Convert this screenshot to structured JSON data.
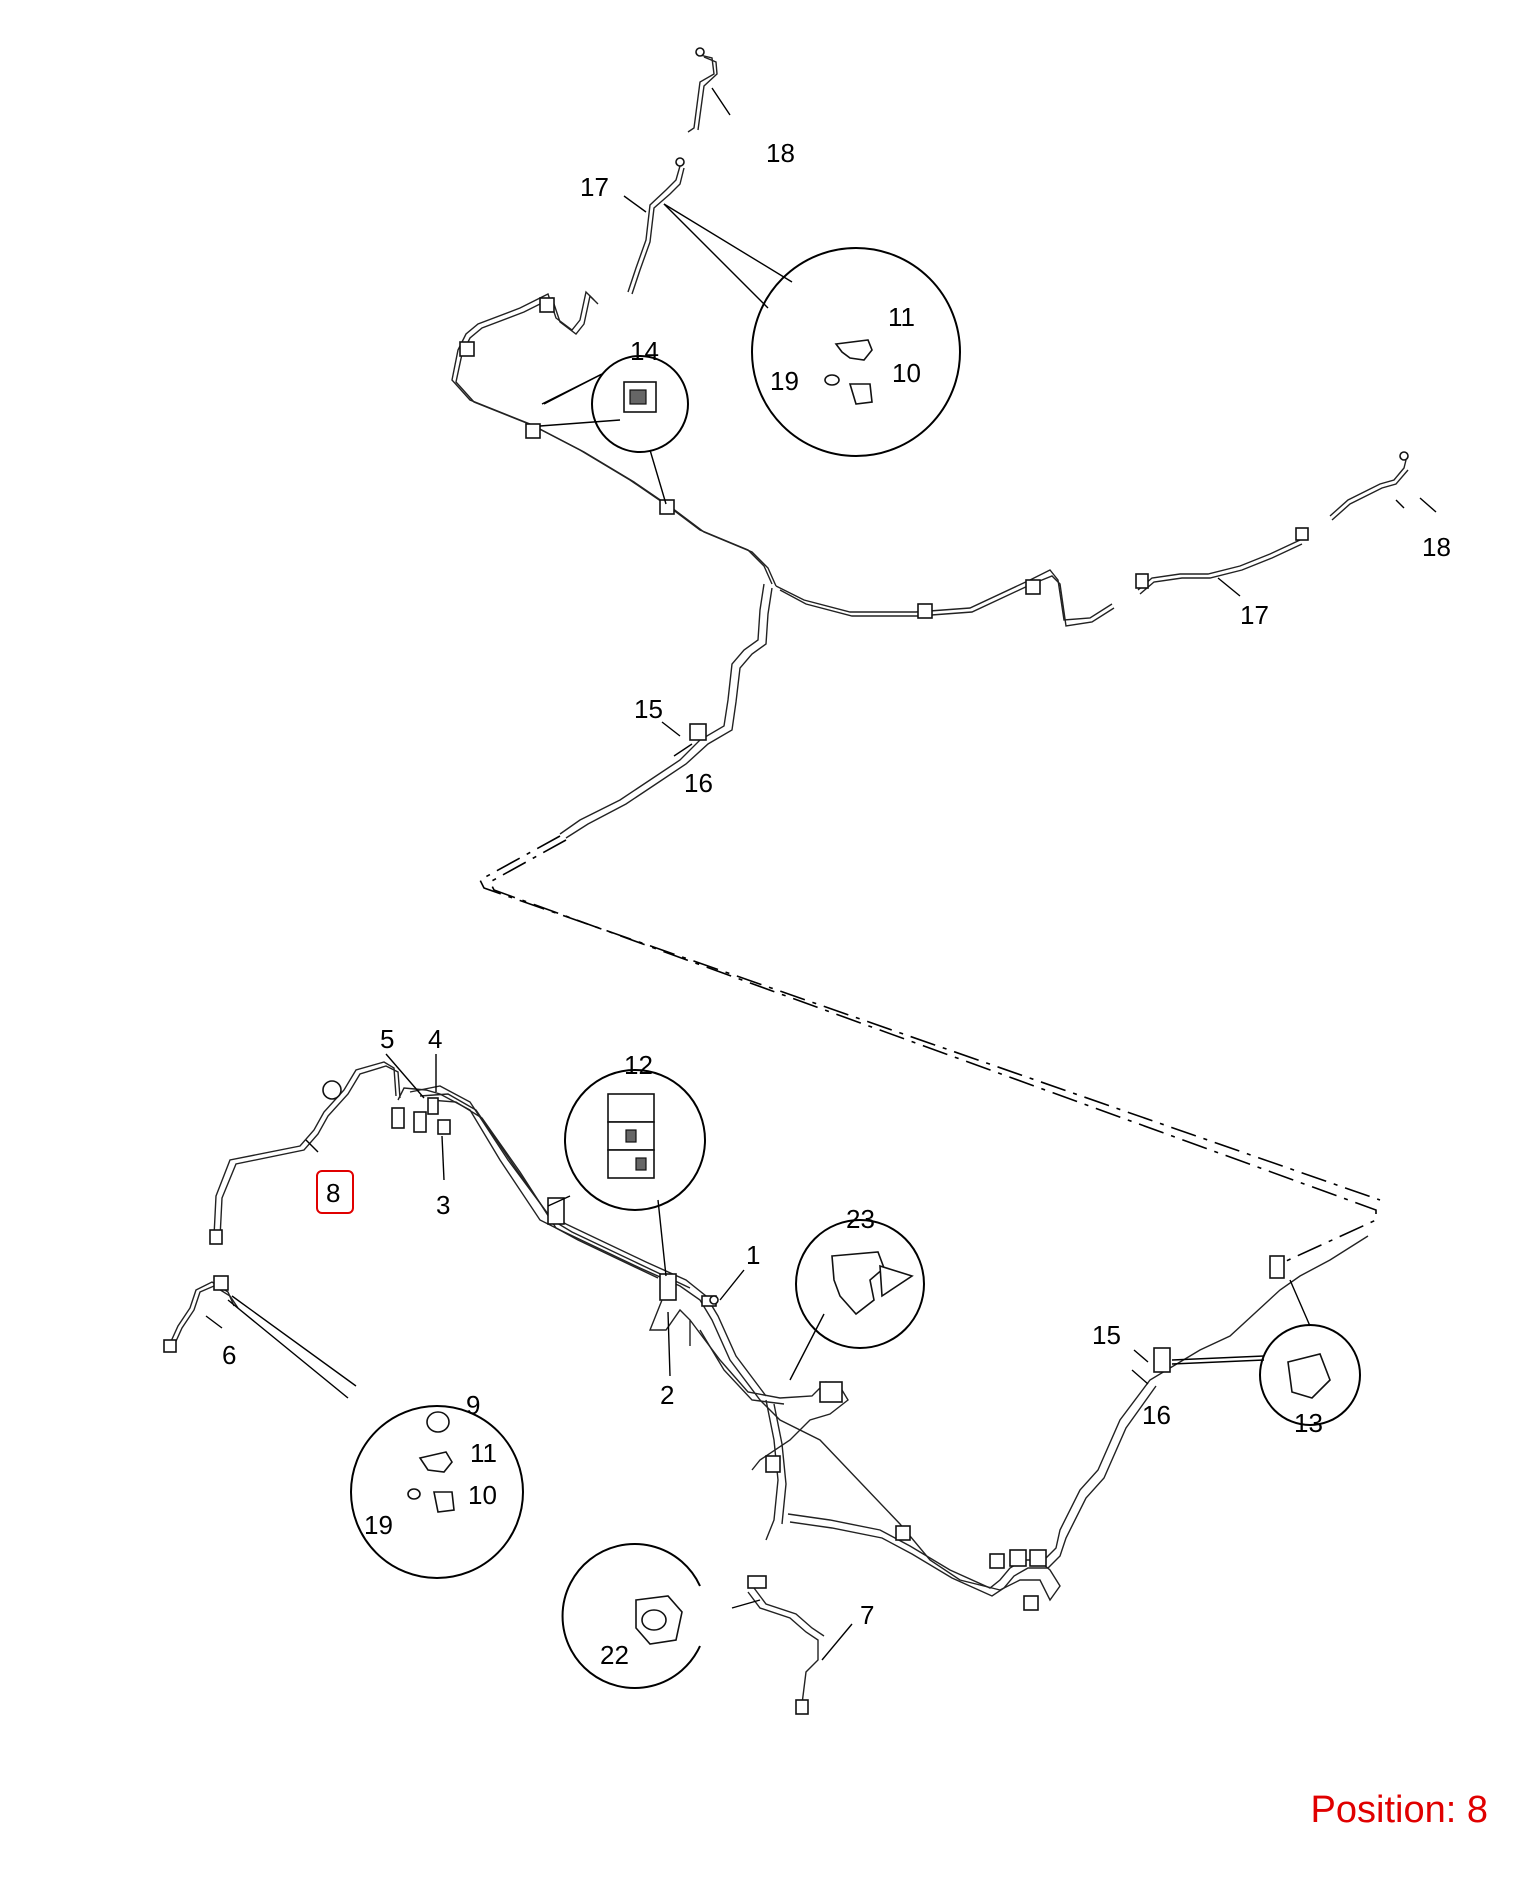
{
  "callouts": {
    "c1": "1",
    "c2": "2",
    "c3": "3",
    "c4": "4",
    "c5": "5",
    "c6": "6",
    "c7": "7",
    "c8": "8",
    "c9": "9",
    "c10a": "10",
    "c10b": "10",
    "c11a": "11",
    "c11b": "11",
    "c12": "12",
    "c13": "13",
    "c14": "14",
    "c15a": "15",
    "c15b": "15",
    "c16a": "16",
    "c16b": "16",
    "c17a": "17",
    "c17b": "17",
    "c18a": "18",
    "c18b": "18",
    "c19a": "19",
    "c19b": "19",
    "c22": "22",
    "c23": "23"
  },
  "position": {
    "text": "Position: 8",
    "selected": "8",
    "highlight_color": "#e00000"
  }
}
